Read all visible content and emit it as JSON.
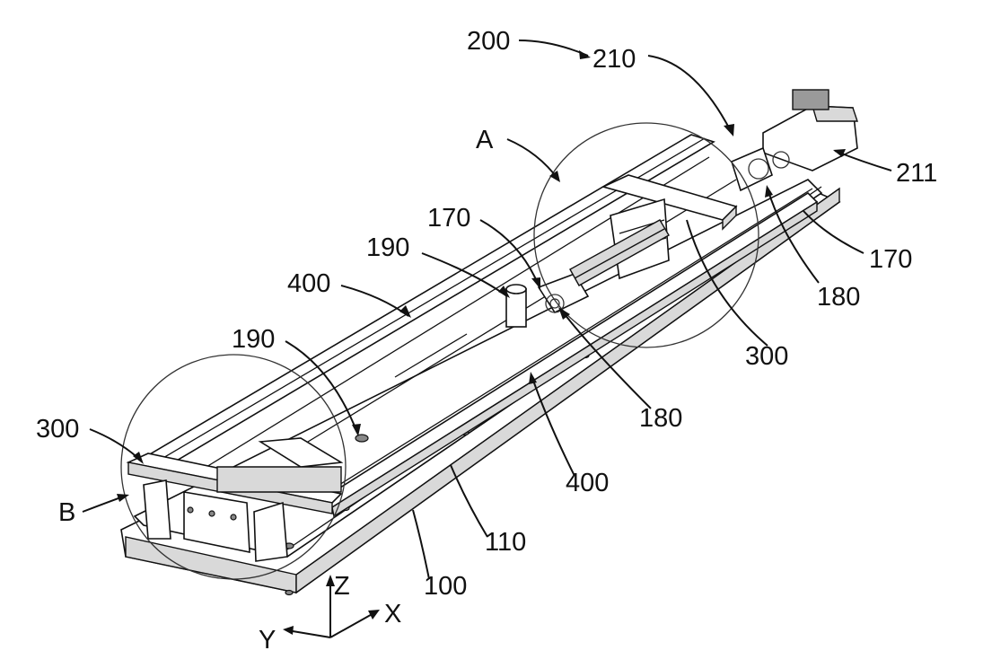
{
  "labels": {
    "l200": "200",
    "l210": "210",
    "l211": "211",
    "lA": "A",
    "lB": "B",
    "l170_left": "170",
    "l170_right": "170",
    "l180_right": "180",
    "l180_mid": "180",
    "l190_upper": "190",
    "l190_lower": "190",
    "l400_upper": "400",
    "l400_lower": "400",
    "l300_left": "300",
    "l300_right": "300",
    "l110": "110",
    "l100": "100"
  },
  "axes": {
    "x": "X",
    "y": "Y",
    "z": "Z"
  },
  "colors": {
    "line": "#111111",
    "background": "#ffffff"
  }
}
